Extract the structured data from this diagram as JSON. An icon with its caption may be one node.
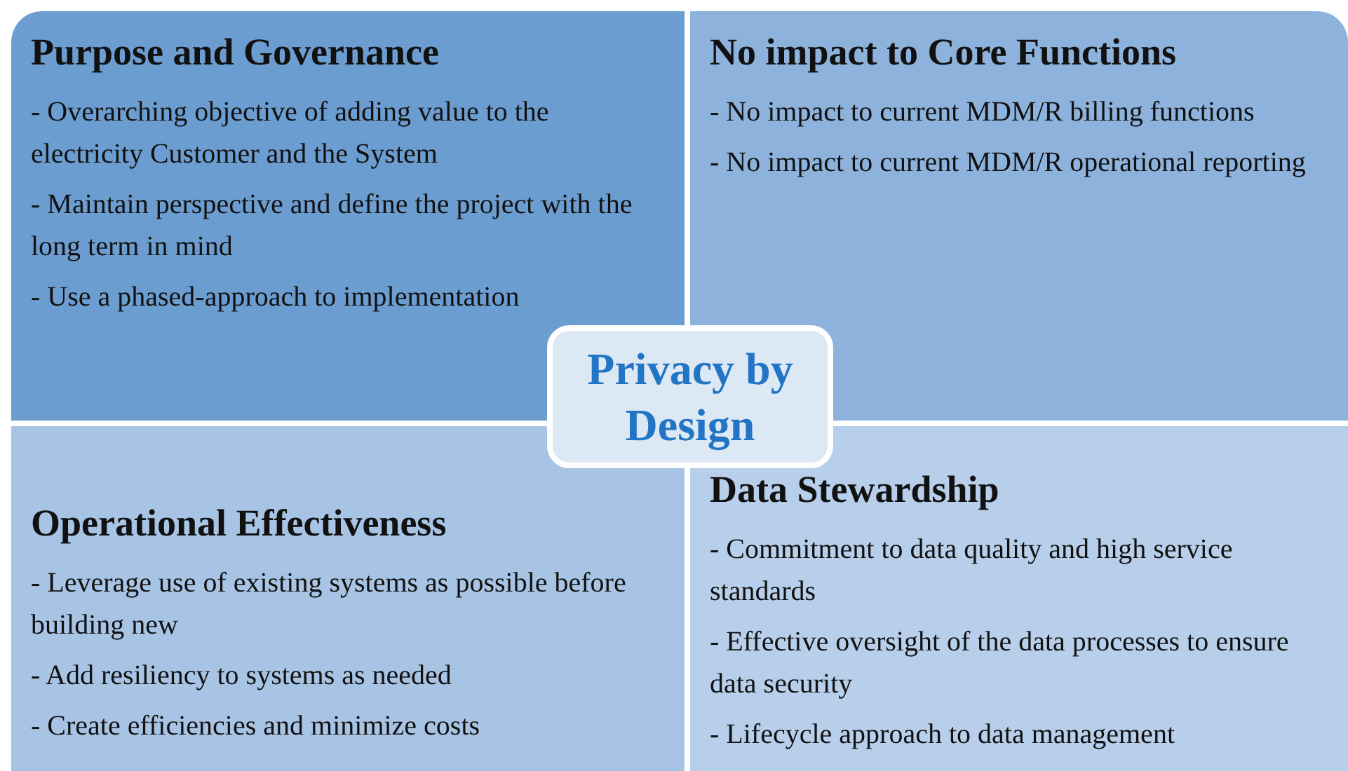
{
  "diagram": {
    "nodes": [
      {
        "text": [
          "Purpose and Governance",
          "- Overarching objective of adding value to the electricity Customer and the System",
          "- Maintain perspective and define the project with the long term in mind",
          "- Use a phased-approach to implementation"
        ]
      },
      {
        "text": [
          "No impact to Core Functions",
          "- No impact to current MDM/R billing functions",
          "- No impact to current MDM/R operational reporting"
        ]
      },
      {
        "text": [
          "Operational Effectiveness",
          "- Leverage use of existing systems as possible before building new",
          "- Add resiliency to systems as needed",
          "- Create efficiencies and minimize costs"
        ]
      },
      {
        "text": [
          "Data Stewardship",
          "- Commitment to data quality and high service standards",
          "- Effective oversight of the data processes to ensure data security",
          "- Lifecycle approach to data management"
        ]
      },
      {
        "text": [
          "Privacy by Design"
        ]
      }
    ]
  }
}
